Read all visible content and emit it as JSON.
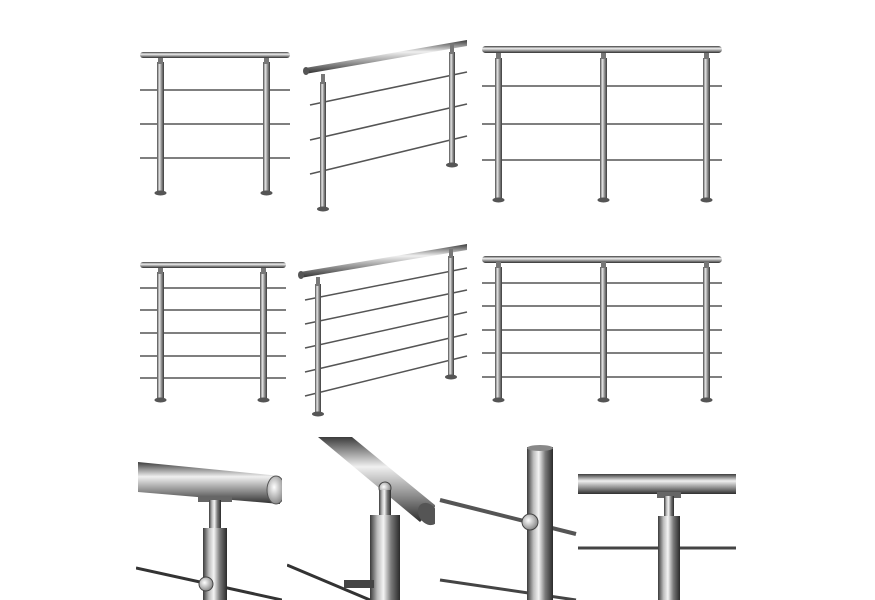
{
  "colors": {
    "background": "#ffffff",
    "steel_light": "#e6e6e6",
    "steel_mid": "#a8a8a8",
    "steel_dark": "#5a5a5a",
    "steel_edge": "#2e2e2e"
  },
  "layout": {
    "rows": 3,
    "columns_top_rows": 3,
    "columns_bottom_row": 4
  },
  "railings": [
    {
      "kind": "straight-2-post",
      "cables": 3
    },
    {
      "kind": "stair-2-post",
      "cables": 3
    },
    {
      "kind": "straight-3-post",
      "cables": 3
    },
    {
      "kind": "straight-2-post",
      "cables": 5
    },
    {
      "kind": "stair-2-post",
      "cables": 5
    },
    {
      "kind": "straight-3-post",
      "cables": 5
    }
  ],
  "details": [
    {
      "kind": "handrail-saddle-top"
    },
    {
      "kind": "angled-handrail-joint"
    },
    {
      "kind": "cable-through-post"
    },
    {
      "kind": "handrail-end-saddle"
    }
  ]
}
